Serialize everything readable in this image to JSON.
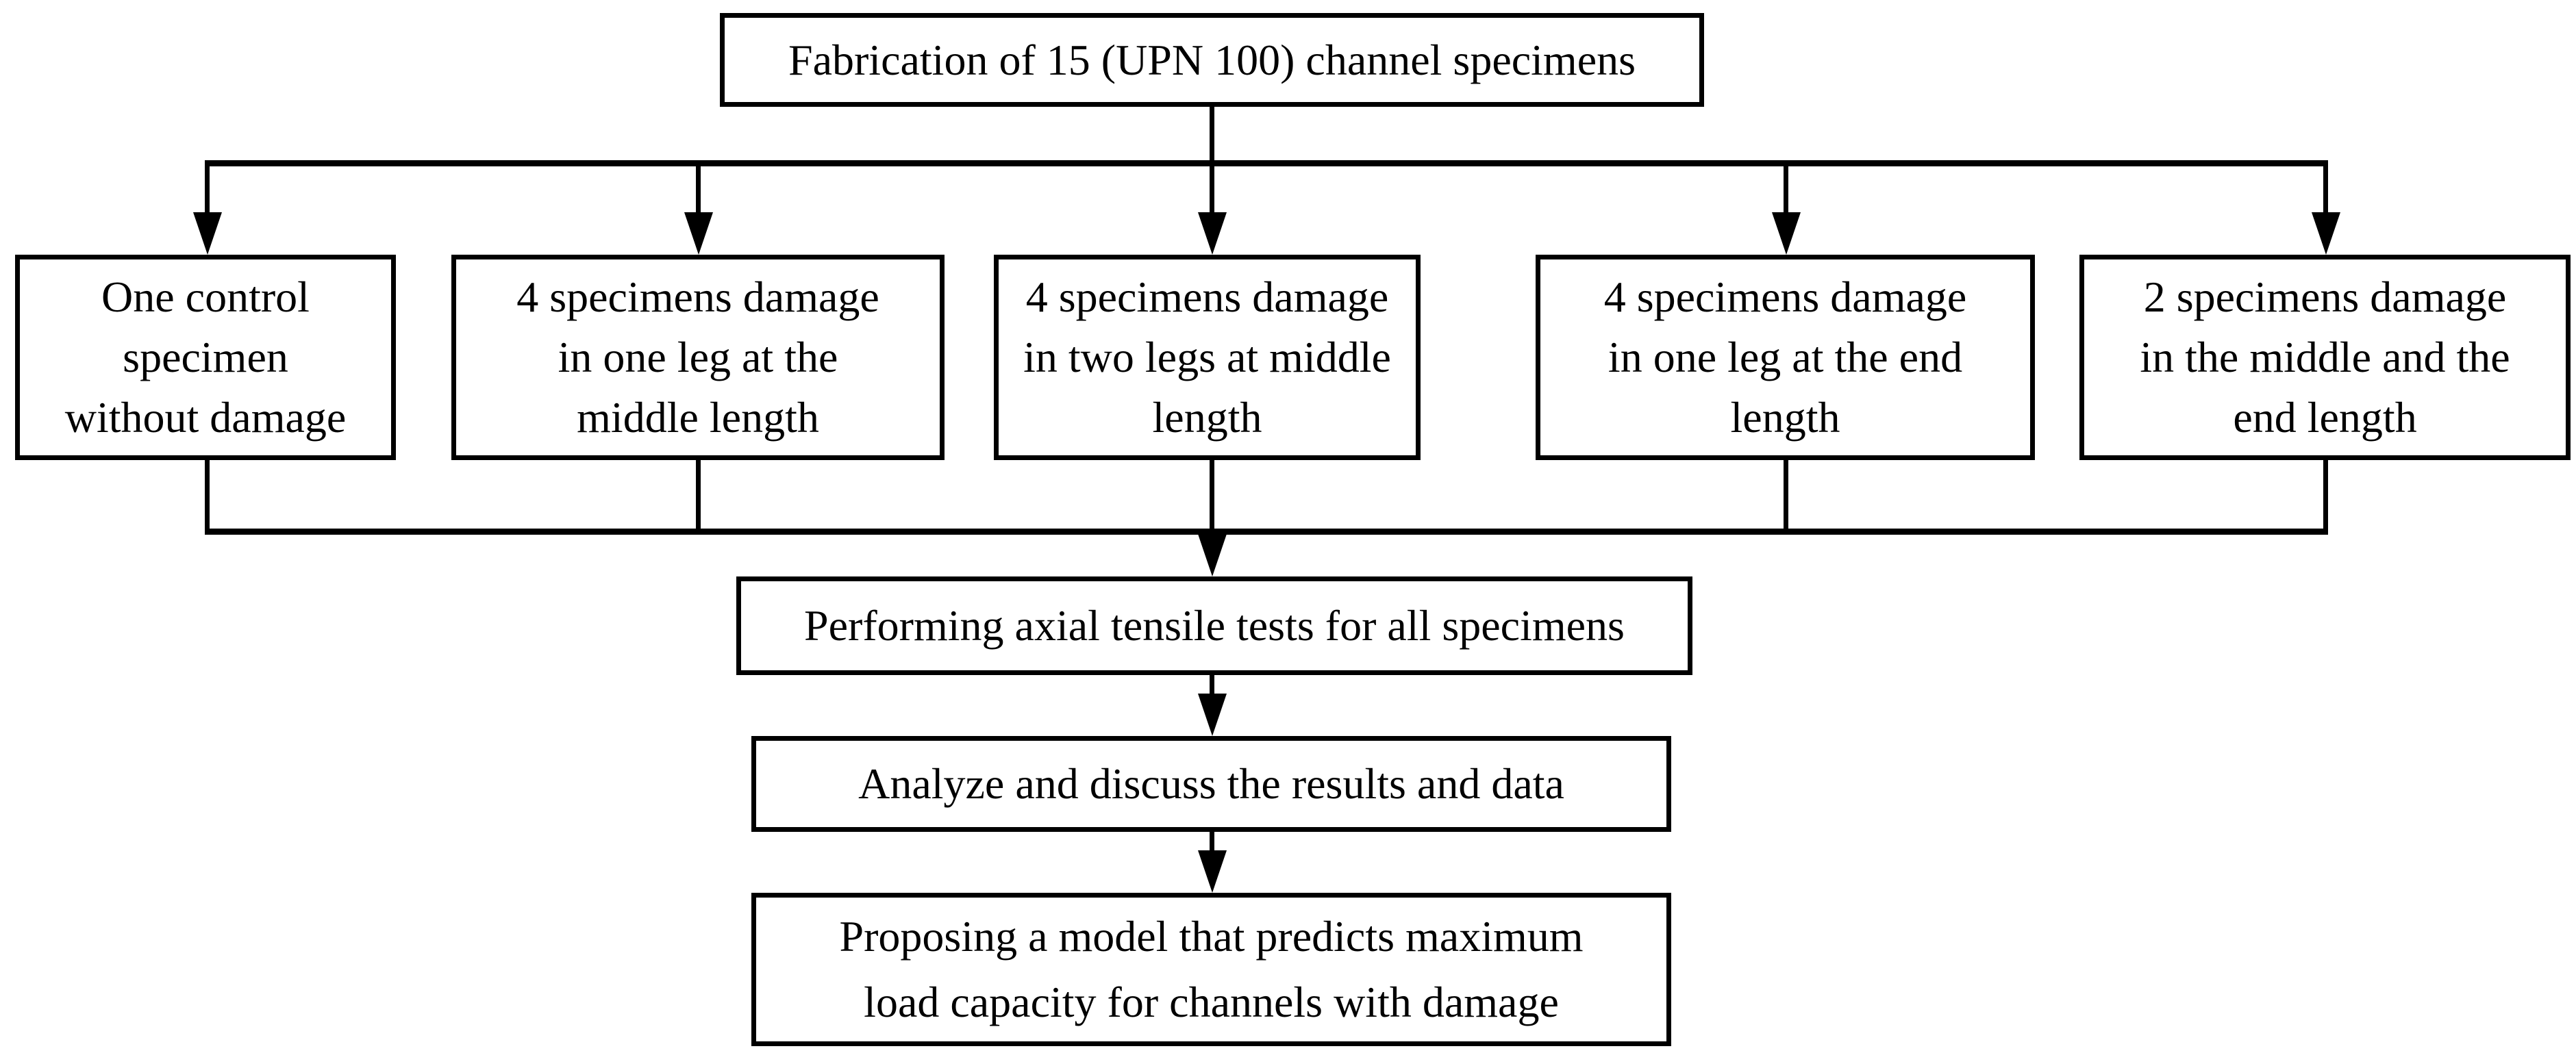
{
  "diagram": {
    "type": "flowchart",
    "colors": {
      "line": "#000000",
      "box_border": "#000000",
      "box_fill": "#ffffff",
      "background": "#ffffff",
      "text": "#000000"
    },
    "nodes": {
      "fabrication": {
        "lines": [
          "Fabrication of 15 (UPN 100) channel specimens"
        ]
      },
      "control": {
        "lines": [
          "One control",
          "specimen",
          "without damage"
        ]
      },
      "one_leg_middle": {
        "lines": [
          "4 specimens damage",
          "in one leg at the",
          "middle length"
        ]
      },
      "two_legs_middle": {
        "lines": [
          "4 specimens damage",
          "in two legs at middle",
          "length"
        ]
      },
      "one_leg_end": {
        "lines": [
          "4 specimens damage",
          "in one leg at the end",
          "length"
        ]
      },
      "middle_and_end": {
        "lines": [
          "2 specimens damage",
          "in the middle and the",
          "end length"
        ]
      },
      "tensile_tests": {
        "lines": [
          "Performing axial tensile tests for all specimens"
        ]
      },
      "analyze": {
        "lines": [
          "Analyze and discuss the results and data"
        ]
      },
      "propose_model": {
        "lines": [
          "Proposing a model that predicts maximum",
          "load capacity for channels with damage"
        ]
      }
    },
    "edges": [
      {
        "from": "fabrication",
        "to": "control"
      },
      {
        "from": "fabrication",
        "to": "one_leg_middle"
      },
      {
        "from": "fabrication",
        "to": "two_legs_middle"
      },
      {
        "from": "fabrication",
        "to": "one_leg_end"
      },
      {
        "from": "fabrication",
        "to": "middle_and_end"
      },
      {
        "from": "control",
        "to": "tensile_tests"
      },
      {
        "from": "one_leg_middle",
        "to": "tensile_tests"
      },
      {
        "from": "two_legs_middle",
        "to": "tensile_tests"
      },
      {
        "from": "one_leg_end",
        "to": "tensile_tests"
      },
      {
        "from": "middle_and_end",
        "to": "tensile_tests"
      },
      {
        "from": "tensile_tests",
        "to": "analyze"
      },
      {
        "from": "analyze",
        "to": "propose_model"
      }
    ]
  }
}
